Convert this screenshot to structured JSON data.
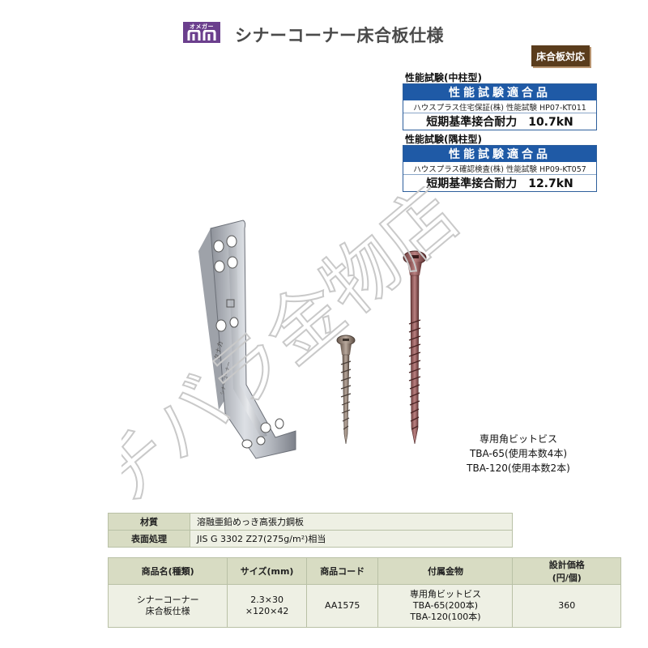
{
  "header": {
    "logo_text": "オメガー",
    "title": "シナーコーナー床合板仕様",
    "badge": "床合板対応"
  },
  "tests": [
    {
      "label": "性能試験(中柱型)",
      "head": "性能試験適合品",
      "sub": "ハウスプラス住宅保証(株) 性能試験 HP07-KT011",
      "value": "短期基準接合耐力　10.7kN"
    },
    {
      "label": "性能試験(隅柱型)",
      "head": "性能試験適合品",
      "sub": "ハウスプラス確認検査(株) 性能試験 HP09-KT057",
      "value": "短期基準接合耐力　12.7kN"
    }
  ],
  "product_image": {
    "bracket_stamp": "タナカ",
    "bracket_label": "シナーコーナー"
  },
  "screws": {
    "line1": "専用角ビットビス",
    "line2": "TBA-65(使用本数4本)",
    "line3": "TBA-120(使用本数2本)"
  },
  "watermark": {
    "text": "チバラ金物店"
  },
  "material_table": [
    {
      "label": "材質",
      "value": "溶融亜鉛めっき高張力鋼板"
    },
    {
      "label": "表面処理",
      "value": "JIS G 3302 Z27(275g/m²)相当"
    }
  ],
  "product_table": {
    "headers": [
      "商品名(種類)",
      "サイズ(mm)",
      "商品コード",
      "付属金物",
      "設計価格",
      "(円/個)"
    ],
    "row": {
      "name_line1": "シナーコーナー",
      "name_line2": "床合板仕様",
      "size_line1": "2.3×30",
      "size_line2": "×120×42",
      "code": "AA1575",
      "acc_line1": "専用角ビットビス",
      "acc_line2": "TBA-65(200本)",
      "acc_line3": "TBA-120(100本)",
      "price": "360"
    }
  },
  "colors": {
    "logo": "#6b3f8d",
    "cert_blue": "#1f5aa6",
    "badge_brown": "#5a3c1c",
    "table_header": "#d8dcc3",
    "table_cell": "#eef0e4"
  }
}
